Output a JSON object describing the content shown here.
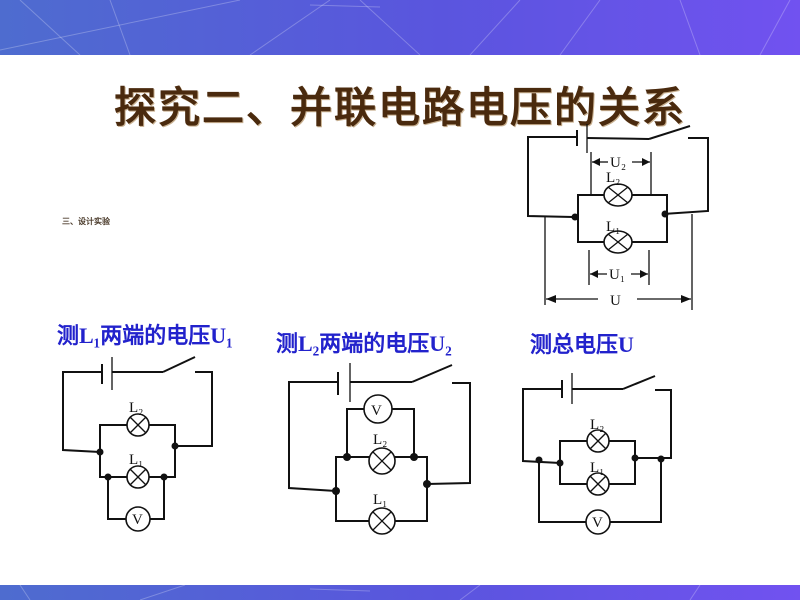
{
  "slide": {
    "title": "探究二、并联电路电压的关系",
    "subheading": "三、设计实验"
  },
  "reference_circuit": {
    "lamp_top": "L₂",
    "lamp_bottom": "L₁",
    "voltage_top": "U₂",
    "voltage_bottom": "U₁",
    "voltage_total": "U"
  },
  "experiments": [
    {
      "title": "测L₁两端的电压U₁",
      "lamp_top": "L₂",
      "lamp_bottom": "L₁",
      "meter": "V"
    },
    {
      "title": "测L₂两端的电压U₂",
      "lamp_top": "L₂",
      "lamp_bottom": "L₁",
      "meter": "V"
    },
    {
      "title": "测总电压U",
      "lamp_top": "L₂",
      "lamp_bottom": "L₁",
      "meter": "V"
    }
  ],
  "colors": {
    "title": "#4a2a0e",
    "experiment_title": "#2222cc",
    "band_start": "#4e6ccf",
    "band_end": "#7152f0"
  }
}
